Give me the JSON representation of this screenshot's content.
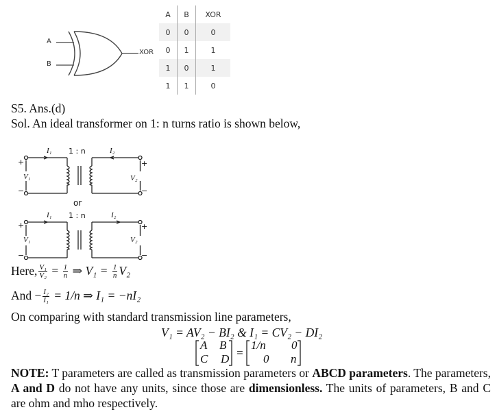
{
  "xor_gate": {
    "input_a": "A",
    "input_b": "B",
    "output": "XOR"
  },
  "truth_table": {
    "headers": [
      "A",
      "B",
      "XOR"
    ],
    "rows": [
      [
        "0",
        "0",
        "0"
      ],
      [
        "0",
        "1",
        "1"
      ],
      [
        "1",
        "0",
        "1"
      ],
      [
        "1",
        "1",
        "0"
      ]
    ]
  },
  "answer": "S5. Ans.(d)",
  "solution_intro": "Sol. An ideal transformer on 1: n turns ratio is shown below,",
  "diagram": {
    "top": {
      "i1": "I₁",
      "ratio": "1 : n",
      "i2": "I₂",
      "v1": "V₁",
      "v2": "V₂",
      "plus": "+",
      "minus": "−"
    },
    "or_label": "or",
    "bottom": {
      "i1": "I₁",
      "ratio": "1 : n",
      "i2": "I₂",
      "v1": "V₁",
      "v2": "V₂",
      "plus": "+",
      "minus": "−"
    }
  },
  "eq1": {
    "prefix": "Here,",
    "num1": "V₁",
    "den1": "V₂",
    "mid1": "=",
    "num2": "1",
    "den2": "n",
    "arrow": "⇒ V₁ =",
    "num3": "1",
    "den3": "n",
    "tail": "V₂"
  },
  "eq2": {
    "prefix": "And −",
    "num": "I₂",
    "den": "I₁",
    "tail": "= 1/n ⇒ I₁ = −nI₂"
  },
  "comparing_text": "On comparing with standard transmission line parameters,",
  "eq3": "V₁ = AV₂ − BI₂ & I₁ = CV₂ − DI₂",
  "matrix_eq": {
    "left": {
      "r1c1": "A",
      "r1c2": "B",
      "r2c1": "C",
      "r2c2": "D"
    },
    "equals": "=",
    "right": {
      "r1c1": "1/n",
      "r1c2": "0",
      "r2c1": "0",
      "r2c2": "n"
    }
  },
  "note": {
    "label": "NOTE:",
    "t1": " T parameters are called as transmission parameters or ",
    "b1": "ABCD parameters",
    "t2": ". The parameters, ",
    "b2": "A and D",
    "t3": " do not have any units, since those are ",
    "b3": "dimensionless.",
    "t4": " The units of parameters, B and C are ohm and mho respectively."
  }
}
